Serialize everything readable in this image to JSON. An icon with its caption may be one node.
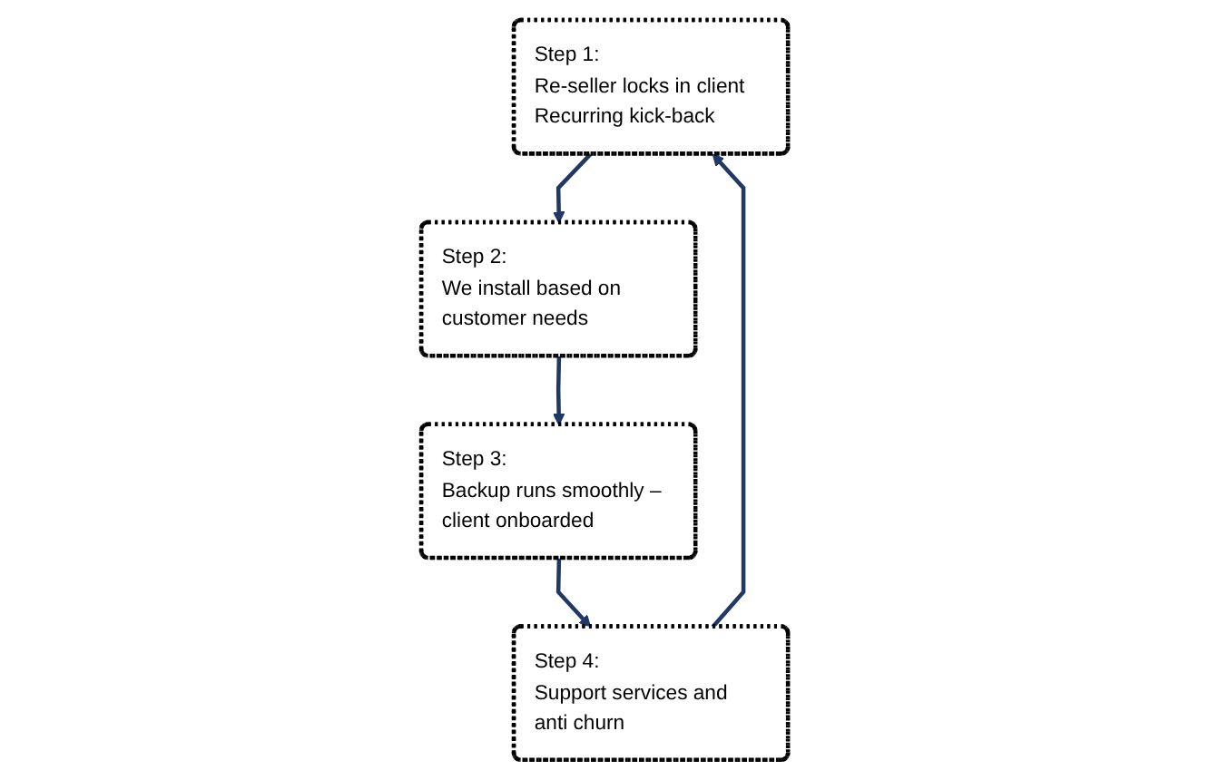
{
  "diagram": {
    "nodes": [
      {
        "text": [
          "Step 1:",
          "Re-seller locks in client Recurring kick-back"
        ]
      },
      {
        "text": [
          "Step 2:",
          "We install based on customer needs"
        ]
      },
      {
        "text": [
          "Step 3:",
          "Backup runs smoothly – client onboarded"
        ]
      },
      {
        "text": [
          "Step 4:",
          "Support services and anti churn"
        ]
      }
    ],
    "edges": [
      {
        "from": 0,
        "to": 1,
        "arrow": "to"
      },
      {
        "from": 1,
        "to": 2,
        "arrow": "to"
      },
      {
        "from": 2,
        "to": 3,
        "arrow": "to"
      },
      {
        "from": 3,
        "to": 0,
        "arrow": "to"
      }
    ]
  }
}
